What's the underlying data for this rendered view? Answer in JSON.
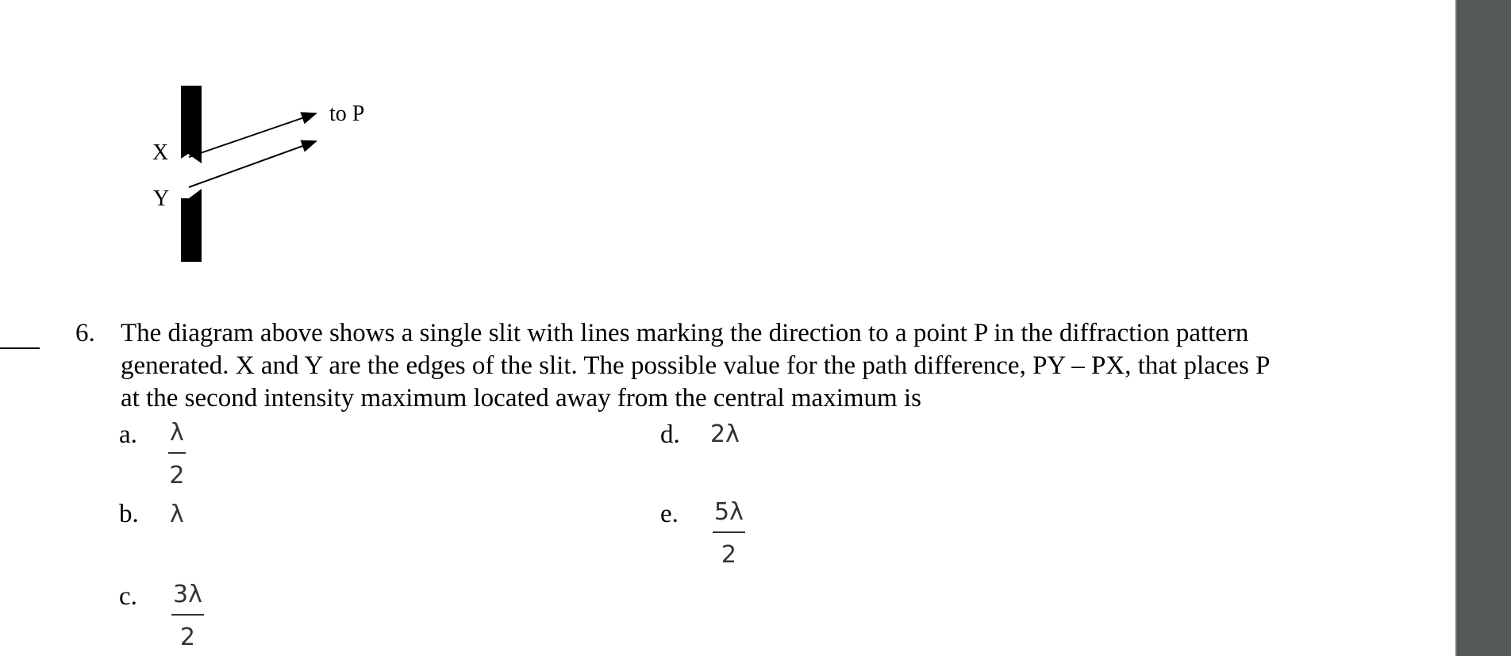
{
  "diagram": {
    "label_x": "X",
    "label_y": "Y",
    "label_to_p": "to P"
  },
  "question": {
    "number": "6.",
    "lines": [
      "The diagram above shows a single slit with lines marking the direction to a point P in the diffraction pattern",
      "generated. X and Y are the edges of the slit. The possible value for the path difference, PY – PX, that places P",
      "at the second intensity maximum located away from the central maximum is"
    ]
  },
  "options": {
    "a": {
      "letter": "a.",
      "numerator": "λ",
      "denominator": "2"
    },
    "b": {
      "letter": "b.",
      "value": "λ"
    },
    "c": {
      "letter": "c.",
      "numerator": "3λ",
      "denominator": "2"
    },
    "d": {
      "letter": "d.",
      "value": "2λ"
    },
    "e": {
      "letter": "e.",
      "numerator": "5λ",
      "denominator": "2"
    }
  }
}
